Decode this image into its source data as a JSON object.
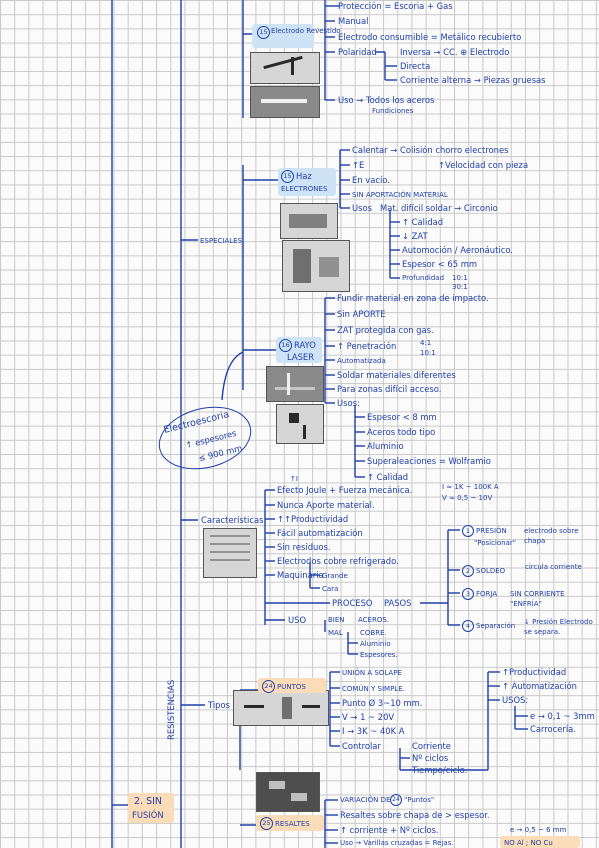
{
  "top": {
    "items": [
      "Protección = Escoria + Gas",
      "Manual",
      "Electrodo consumible = Metálico recubierto",
      "Polaridad",
      "Inversa → CC. ⊕ Electrodo",
      "Directa",
      "Corriente alterna → Piezas gruesas",
      "Uso → Todos los aceros",
      "Fundiciones"
    ],
    "label_num": "15",
    "label": "Electrodo Revestido"
  },
  "haz": {
    "num": "15",
    "label1": "Haz",
    "label2": "ELECTRONES",
    "items": [
      "Calentar → Colisión chorro electrones",
      "↑E",
      "↑Velocidad con pieza",
      "En vacío.",
      "SIN APORTACIÓN MATERIAL",
      "Usos",
      "Mat. difícil soldar → Circonio",
      "↑ Calidad",
      "↓ ZAT",
      "Automoción / Aeronáutico.",
      "Espesor < 65 mm",
      "Profundidad",
      "10:1",
      "30:1"
    ]
  },
  "especiales": "ESPECIALES",
  "laser": {
    "num": "16",
    "label1": "RAYO",
    "label2": "LASER",
    "items": [
      "Fundir material en zona de impacto.",
      "Sin APORTE",
      "ZAT protegida con gas.",
      "↑ Penetración",
      "4:1",
      "10:1",
      "Automatizada",
      "Soldar materiales diferentes",
      "Para zonas difícil acceso.",
      "Usos:",
      "Espesor < 8 mm",
      "Aceros todo tipo",
      "Aluminio",
      "Superaleaciones = Wolframio",
      "↑ Calidad"
    ]
  },
  "electroescoria": [
    "Electroescoria",
    "↑ espesores",
    "≤ 900 mm"
  ],
  "resistencias": {
    "vertical": "RESISTENCIAS",
    "caracteristicas": "Características",
    "items": [
      "↑I",
      "Efecto Joule + Fuerza mecánica.",
      "I ≈ 1K ~ 100K A",
      "V ≈ 0,5 ~ 10V",
      "Nunca Aporte material.",
      "↑↑Productividad",
      "Fácil automatización",
      "Sin residuos.",
      "Electrodos cobre refrigerado.",
      "Maquinaria",
      "Grande",
      "Cara",
      "PROCESO",
      "PASOS",
      "USO",
      "BIEN",
      "ACEROS.",
      "MAL",
      "COBRE.",
      "Aluminio",
      "Espesores."
    ],
    "pasos": [
      "PRESIÓN",
      "\"Posicionar\"",
      "electrodo sobre chapa",
      "SOLDEO",
      "circula corriente",
      "FORJA",
      "SIN CORRIENTE \"ENFRÍA\"",
      "Separación",
      "↓ Presión Electrodo se separa."
    ],
    "pasos_nums": [
      "1",
      "2",
      "3",
      "4"
    ]
  },
  "tipos": {
    "label": "Tipos",
    "puntos_num": "24",
    "puntos": "PUNTOS",
    "items": [
      "UNIÓN A SOLAPE",
      "COMÚN Y SIMPLE.",
      "Punto Ø 3~10 mm.",
      "V → 1 ~ 20V",
      "I → 3K ~ 40K A",
      "Controlar",
      "Corriente",
      "Nº ciclos",
      "Tiempo/ciclo."
    ],
    "right": [
      "↑Productividad",
      "↑ Automatización",
      "USOS:",
      "e → 0,1 ~ 3mm",
      "Carrocería."
    ]
  },
  "sin_fusion": [
    "2. SIN",
    "FUSIÓN"
  ],
  "resaltes": {
    "num": "25",
    "label": "RESALTES",
    "items": [
      "VARIACIÓN DE",
      "24",
      "\"Puntos\"",
      "Resaltes sobre chapa de > espesor.",
      "e → 0,5 ~ 6 mm",
      "↑ corriente + Nº ciclos.",
      "Uso → Varillas cruzadas = Rejas.",
      "NO Al ; NO Cu"
    ]
  }
}
